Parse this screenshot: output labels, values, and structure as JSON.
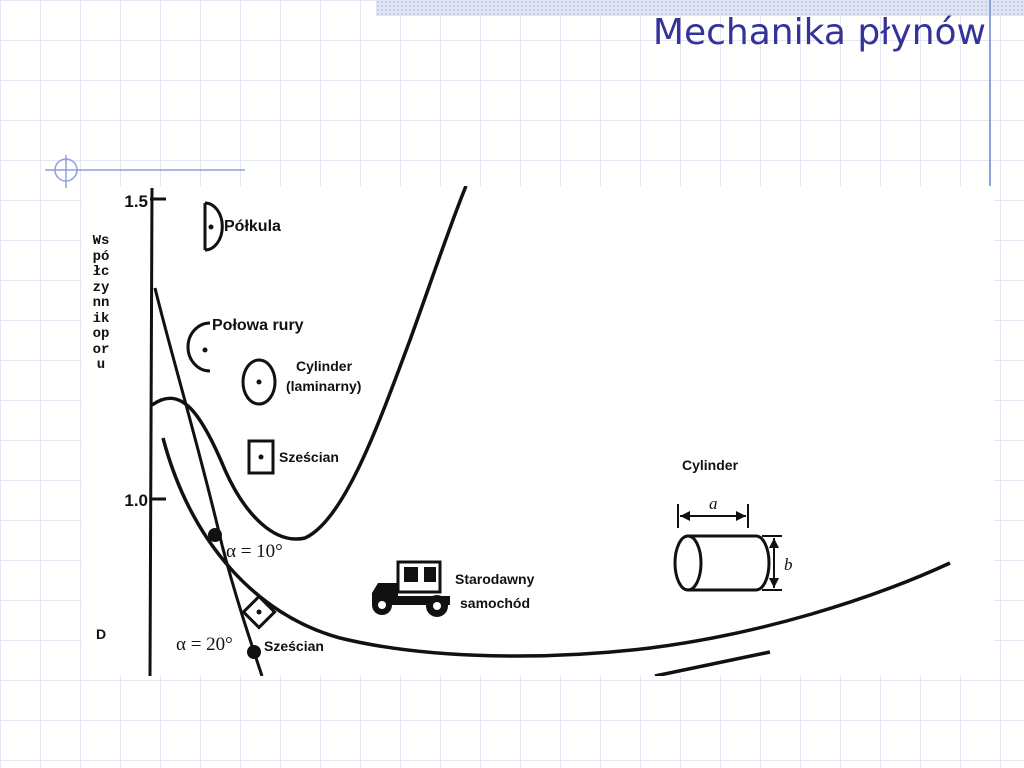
{
  "slide": {
    "title": "Mechanika płynów"
  },
  "figure": {
    "y_axis": {
      "title": "Współczynnik oporu",
      "subscript": "D",
      "ticks": [
        "1.5",
        "1.0"
      ]
    },
    "labels": {
      "polkula": "Półkula",
      "polowa_rury": "Połowa rury",
      "cylinder_laminarny_1": "Cylinder",
      "cylinder_laminarny_2": "(laminarny)",
      "szescian": "Sześcian",
      "alpha10": "α = 10°",
      "alpha20": "α = 20°",
      "szescian2": "Sześcian",
      "starodawny_1": "Starodawny",
      "starodawny_2": "samochód",
      "cylinder_title": "Cylinder",
      "dim_a": "a",
      "dim_b": "b"
    }
  }
}
